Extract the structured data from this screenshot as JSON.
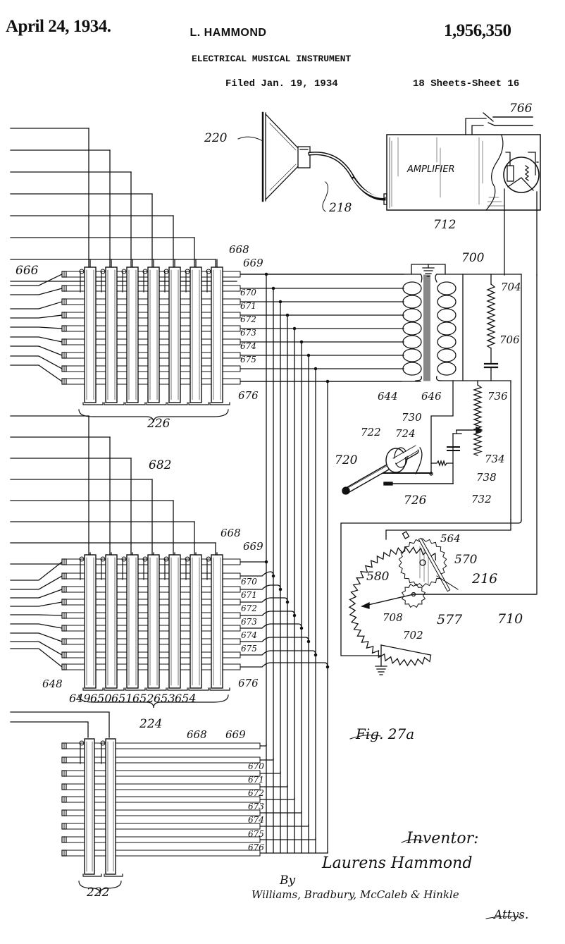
{
  "header": {
    "date": "April 24, 1934.",
    "inventor": "L. HAMMOND",
    "patent_number": "1,956,350",
    "title": "ELECTRICAL MUSICAL INSTRUMENT",
    "filed": "Filed Jan. 19, 1934",
    "sheets": "18 Sheets-Sheet 16"
  },
  "figure": {
    "label": "Fig. 27a",
    "amplifier_text": "AMPLIFIER"
  },
  "reference_numerals": {
    "speaker": "220",
    "cable": "218",
    "amplifier": "712",
    "switch": "766",
    "transformer_secondary": "700",
    "resistor_704": "704",
    "condenser_706": "706",
    "primary": "644",
    "core": "646",
    "resistor_736": "736",
    "lead_730": "730",
    "condenser_734": "734",
    "resistor_738": "738",
    "lead_732": "732",
    "shaft": "720",
    "disc": "722",
    "contact_724": "724",
    "contact_726": "726",
    "pedal_gear": "564",
    "gear_570": "570",
    "pedal": "216",
    "rheostat": "580",
    "gear_577": "577",
    "arm": "708",
    "lead_710": "710",
    "resistance_702": "702",
    "contact_666": "666",
    "bus_668": "668",
    "bus_669": "669",
    "busbars": [
      "670",
      "671",
      "672",
      "673",
      "674",
      "675",
      "676"
    ],
    "bank_upper": "226",
    "bank_middle": "224",
    "bank_lower": "222",
    "staircase": "682",
    "bar_648": "648",
    "bars_middle": [
      "649",
      "650",
      "651",
      "652",
      "653",
      "654"
    ]
  },
  "signature": {
    "inventor_caption": "Inventor:",
    "inventor_name": "Laurens Hammond",
    "by": "By",
    "attorneys": "Williams, Bradbury, McCaleb & Hinkle",
    "attys_caption": "Attys."
  }
}
